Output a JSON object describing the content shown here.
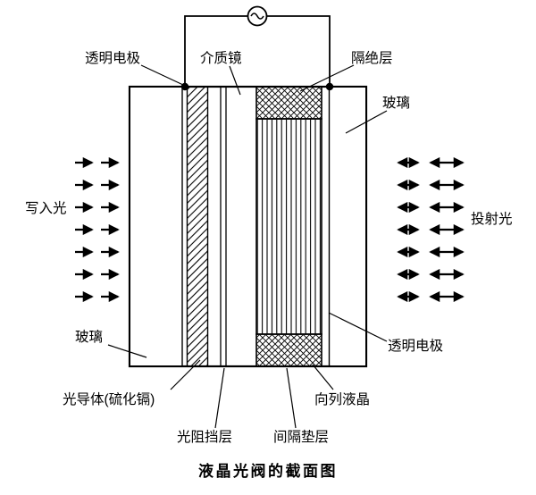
{
  "figure": {
    "caption": "液晶光阀的截面图",
    "labels": {
      "transparent_electrode_top": "透明电极",
      "dielectric_mirror": "介质镜",
      "insulation_layer": "隔绝层",
      "glass_right": "玻璃",
      "writing_light": "写入光",
      "projection_light": "投射光",
      "glass_left": "玻璃",
      "transparent_electrode_right": "透明电极",
      "photoconductor": "光导体(硫化镉)",
      "light_blocking_layer": "光阻挡层",
      "spacer_layer": "间隔垫层",
      "nematic_liquid_crystal": "向列液晶"
    },
    "icons": {
      "ac_source": "∿"
    },
    "lights": {
      "writing_light_direction": "right",
      "writing_light_rows": 7,
      "projection_light_direction": "bidirectional",
      "projection_light_rows": 7
    },
    "colors": {
      "line": "#000000",
      "background": "#ffffff"
    }
  }
}
